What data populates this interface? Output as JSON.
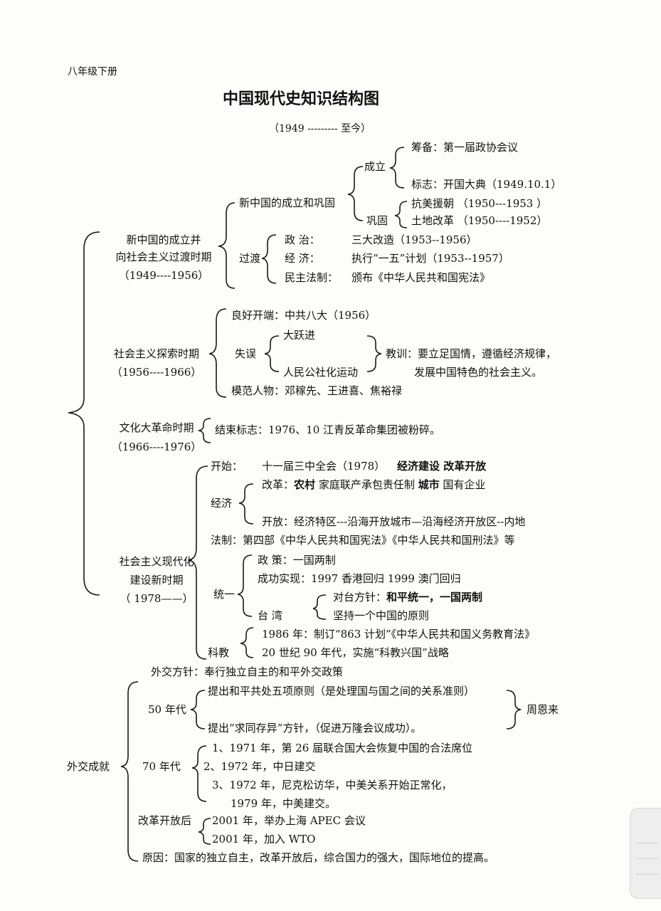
{
  "header": {
    "grade": "八年级下册",
    "title": "中国现代史知识结构图",
    "subtitle": "（1949 --------- 至今）"
  },
  "p1": {
    "name_l1": "新中国的成立并",
    "name_l2": "向社会主义过渡时期",
    "years": "（1949----1956）",
    "founding": {
      "label": "新中国的成立和巩固",
      "establish": "成立",
      "prep": "筹备：第一届政协会议",
      "mark": "标志：开国大典（1949.10.1）",
      "consolidate": "巩固",
      "korea": "抗美援朝 （1950---1953 ）",
      "land": "土地改革 （1950----1952）"
    },
    "transition": {
      "label": "过渡",
      "politics_key": "政 治：",
      "politics_val": "三大改造（1953--1956）",
      "economy_key": "经 济：",
      "economy_val": "执行“一五”计划（1953--1957）",
      "law_key": "民主法制：",
      "law_val": "颁布《中华人民共和国宪法》"
    }
  },
  "p2": {
    "name": "社会主义探索时期",
    "years": "（1956----1966）",
    "good_start": "良好开端：中共八大（1956）",
    "mistakes": "失误",
    "leap": "大跃进",
    "commune": "人民公社化运动",
    "lesson_l1": "教训：要立足国情，遵循经济规律，",
    "lesson_l2": "发展中国特色的社会主义。",
    "models": "模范人物：邓稼先、王进喜、焦裕禄"
  },
  "p3": {
    "name": "文化大革命时期",
    "years": "（1966----1976）",
    "end": "结束标志：1976、10 江青反革命集团被粉碎。"
  },
  "p4": {
    "name_l1": "社会主义现代化",
    "name_l2": "建设新时期",
    "years": "（ 1978——）",
    "start_key": "开始：",
    "start_val": "十一届三中全会（1978）",
    "start_bold": "经济建设 改革开放",
    "economy": "经济",
    "reform_prefix": "改革：",
    "reform_rural": "农村",
    "reform_rural_val": "家庭联产承包责任制",
    "reform_city": "城市",
    "reform_city_val": "国有企业",
    "open": "开放：经济特区---沿海开放城市—沿海经济开放区--内地",
    "law": "法制：第四部《中华人民共和国宪法》《中华人民共和国刑法》等",
    "unify": "统一",
    "policy": "政 策：一国两制",
    "success": "成功实现：1997 香港回归 1999 澳门回归",
    "taiwan": "台 湾",
    "taiwan_policy_key": "对台方针：",
    "taiwan_policy_val": "和平统一，一国两制",
    "one_china": "坚持一个中国的原则",
    "sci": "科教",
    "sci_1986": "1986 年：制订“863 计划”《中华人民共和国义务教育法》",
    "sci_90s": "20 世纪 90 年代，实施“科教兴国”战略"
  },
  "diplomacy": {
    "policy": "外交方针：奉行独立自主的和平外交政策",
    "achievements": "外交成就",
    "s50": "50 年代",
    "s50_1": "提出和平共处五项原则（是处理国与国之间的关系准则）",
    "s50_2": "提出“求同存异”方针，（促进万隆会议成功）。",
    "zhou": "周恩来",
    "s70": "70 年代",
    "s70_1": "1、1971 年，第 26 届联合国大会恢复中国的合法席位",
    "s70_2": "2、1972 年，中日建交",
    "s70_3": "3、1972 年，尼克松访华，中美关系开始正常化，",
    "s70_4": "1979 年，中美建交。",
    "reform": "改革开放后",
    "r1": "2001 年，举办上海 APEC 会议",
    "r2": "2001 年，加入 WTO",
    "reason": "原因：国家的独立自主，改革开放后，综合国力的强大，国际地位的提高。"
  }
}
